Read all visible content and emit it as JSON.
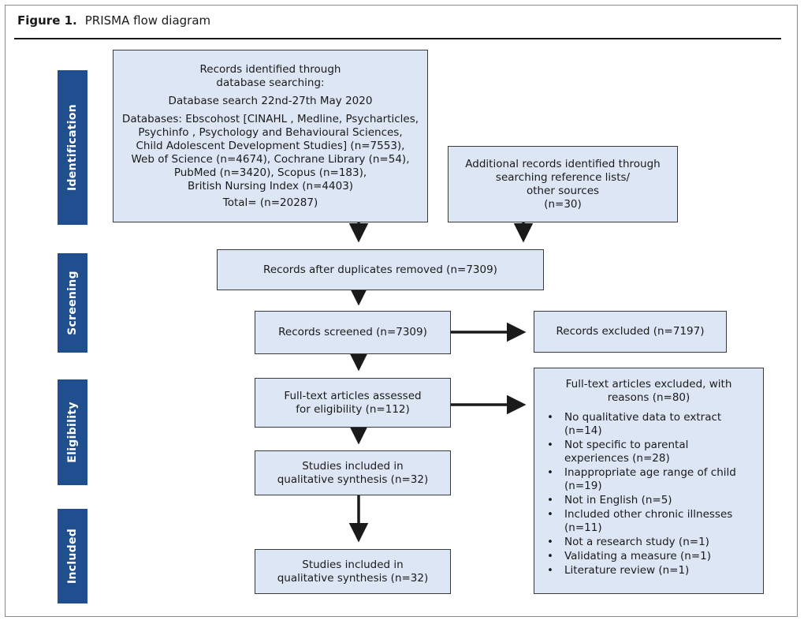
{
  "figure": {
    "label": "Figure 1.",
    "title": "PRISMA flow diagram"
  },
  "stages": {
    "identification": "Identification",
    "screening": "Screening",
    "eligibility": "Eligibility",
    "included": "Included"
  },
  "boxes": {
    "identified": {
      "heading1": "Records identified through",
      "heading2": "database searching:",
      "date": "Database search 22nd-27th May 2020",
      "db_lines": [
        "Databases: Ebscohost [CINAHL , Medline, Psycharticles,",
        "Psychinfo , Psychology and Behavioural Sciences,",
        "Child Adolescent Development Studies] (n=7553),",
        "Web of Science (n=4674), Cochrane Library (n=54),",
        "PubMed (n=3420), Scopus (n=183),",
        "British Nursing Index (n=4403)"
      ],
      "total": "Total= (n=20287)"
    },
    "additional": {
      "lines": [
        "Additional records identified through",
        "searching reference lists/",
        "other sources",
        "(n=30)"
      ]
    },
    "duplicates": "Records after duplicates removed (n=7309)",
    "screened": "Records screened (n=7309)",
    "excluded": "Records excluded (n=7197)",
    "fulltext": {
      "line1": "Full-text articles assessed",
      "line2": "for eligibility (n=112)"
    },
    "fulltext_excluded": {
      "heading1": "Full-text articles excluded, with",
      "heading2": "reasons (n=80)",
      "reasons": [
        {
          "line1": "No qualitative data to extract",
          "line2": "(n=14)"
        },
        {
          "line1": "Not specific to parental",
          "line2": "experiences (n=28)"
        },
        {
          "line1": "Inappropriate age range of child",
          "line2": "(n=19)"
        },
        {
          "line1": "Not in English (n=5)",
          "line2": ""
        },
        {
          "line1": "Included other chronic illnesses",
          "line2": "(n=11)"
        },
        {
          "line1": "Not a research study (n=1)",
          "line2": ""
        },
        {
          "line1": "Validating a measure (n=1)",
          "line2": ""
        },
        {
          "line1": "Literature review (n=1)",
          "line2": ""
        }
      ]
    },
    "qualitative1": {
      "line1": "Studies included in",
      "line2": "qualitative synthesis (n=32)"
    },
    "qualitative2": {
      "line1": "Studies included in",
      "line2": "qualitative synthesis (n=32)"
    }
  }
}
